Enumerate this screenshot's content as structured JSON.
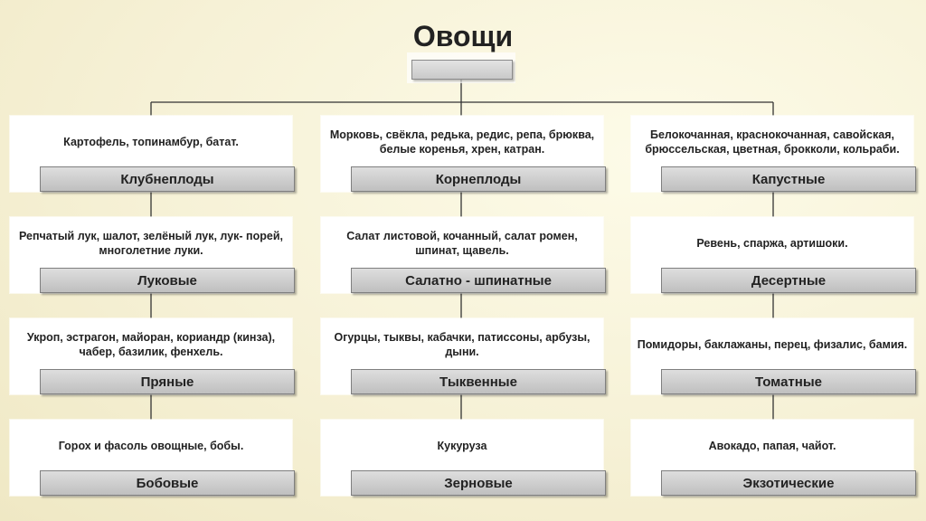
{
  "title": "Овощи",
  "categories": [
    {
      "label": "Клубнеплоды",
      "desc": "Картофель, топинамбур, батат."
    },
    {
      "label": "Корнеплоды",
      "desc": "Морковь, свёкла, редька, редис, репа, брюква, белые коренья, хрен, катран."
    },
    {
      "label": "Капустные",
      "desc": "Белокочанная, краснокочанная, савойская, брюссельская, цветная, брокколи, кольраби."
    },
    {
      "label": "Луковые",
      "desc": "Репчатый лук, шалот, зелёный лук, лук- порей, многолетние луки."
    },
    {
      "label": "Салатно - шпинатные",
      "desc": "Салат листовой, кочанный, салат ромен, шпинат, щавель."
    },
    {
      "label": "Десертные",
      "desc": "Ревень, спаржа, артишоки."
    },
    {
      "label": "Пряные",
      "desc": "Укроп, эстрагон, майоран, кориандр (кинза), чабер, базилик, фенхель."
    },
    {
      "label": "Тыквенные",
      "desc": "Огурцы, тыквы, кабачки, патиссоны, арбузы, дыни."
    },
    {
      "label": "Томатные",
      "desc": "Помидоры, баклажаны, перец, физалис, бамия."
    },
    {
      "label": "Бобовые",
      "desc": "Горох и фасоль овощные, бобы."
    },
    {
      "label": "Зерновые",
      "desc": "Кукуруза"
    },
    {
      "label": "Экзотические",
      "desc": "Авокадо, папая, чайот."
    }
  ]
}
